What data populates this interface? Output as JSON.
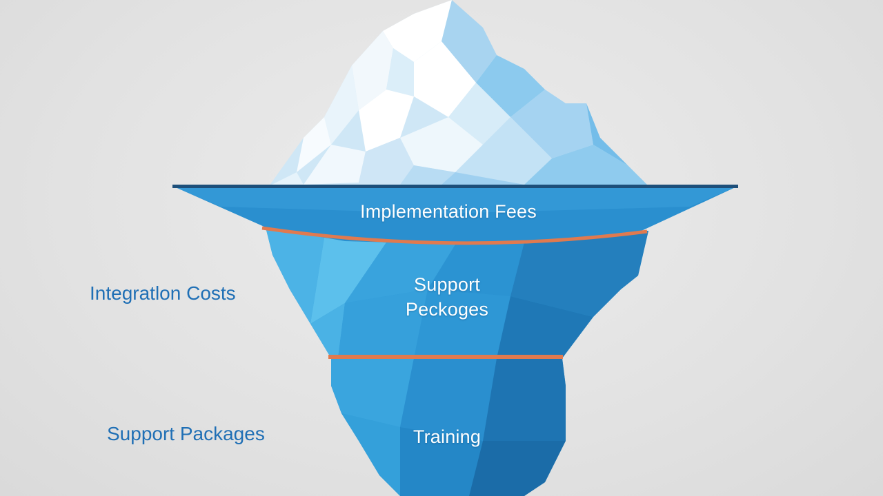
{
  "diagram": {
    "layers": [
      {
        "id": "top",
        "label": "Implementation Fees"
      },
      {
        "id": "middle",
        "label_line1": "Support",
        "label_line2": "Peckoges"
      },
      {
        "id": "bottom",
        "label": "Training"
      }
    ],
    "side_labels": {
      "upper": "Integratlon Costs",
      "lower": "Support Packages"
    },
    "colors": {
      "background": "#e4e4e4",
      "water_band": "#2a8fcf",
      "water_line": "#1d4f7a",
      "divider": "#e07a4f",
      "side_text": "#1f6fb5",
      "ice_light": "#f4f9fd",
      "ice_mid": "#bfe0f4",
      "ice_dark": "#7fc2ea"
    }
  }
}
